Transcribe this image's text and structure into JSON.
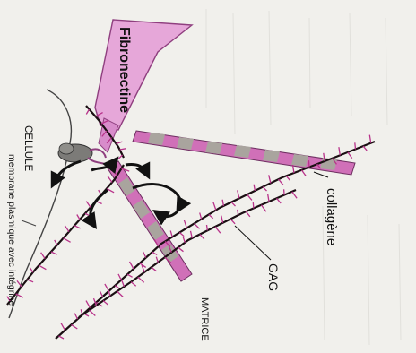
{
  "labels": {
    "fibronectine": "Fibronectine",
    "cellule": "CELLULE",
    "membrane": "membrane plasmique avec intégrine",
    "collagene": "collagène",
    "gag": "GAG",
    "matrice": "MATRICE"
  },
  "colors": {
    "fibronectin_fill": "#e6a7d9",
    "fibronectin_edge": "#8f3f7f",
    "collagen_fill": "#d070b8",
    "collagen_band": "#a9a49e",
    "gag_strand": "#1a0f12",
    "gag_bristle": "#b8338a",
    "membrane": "#444444",
    "paper": "#f1f0ec"
  },
  "icons": [
    "integrin-icon",
    "curved-arrow-icon"
  ]
}
